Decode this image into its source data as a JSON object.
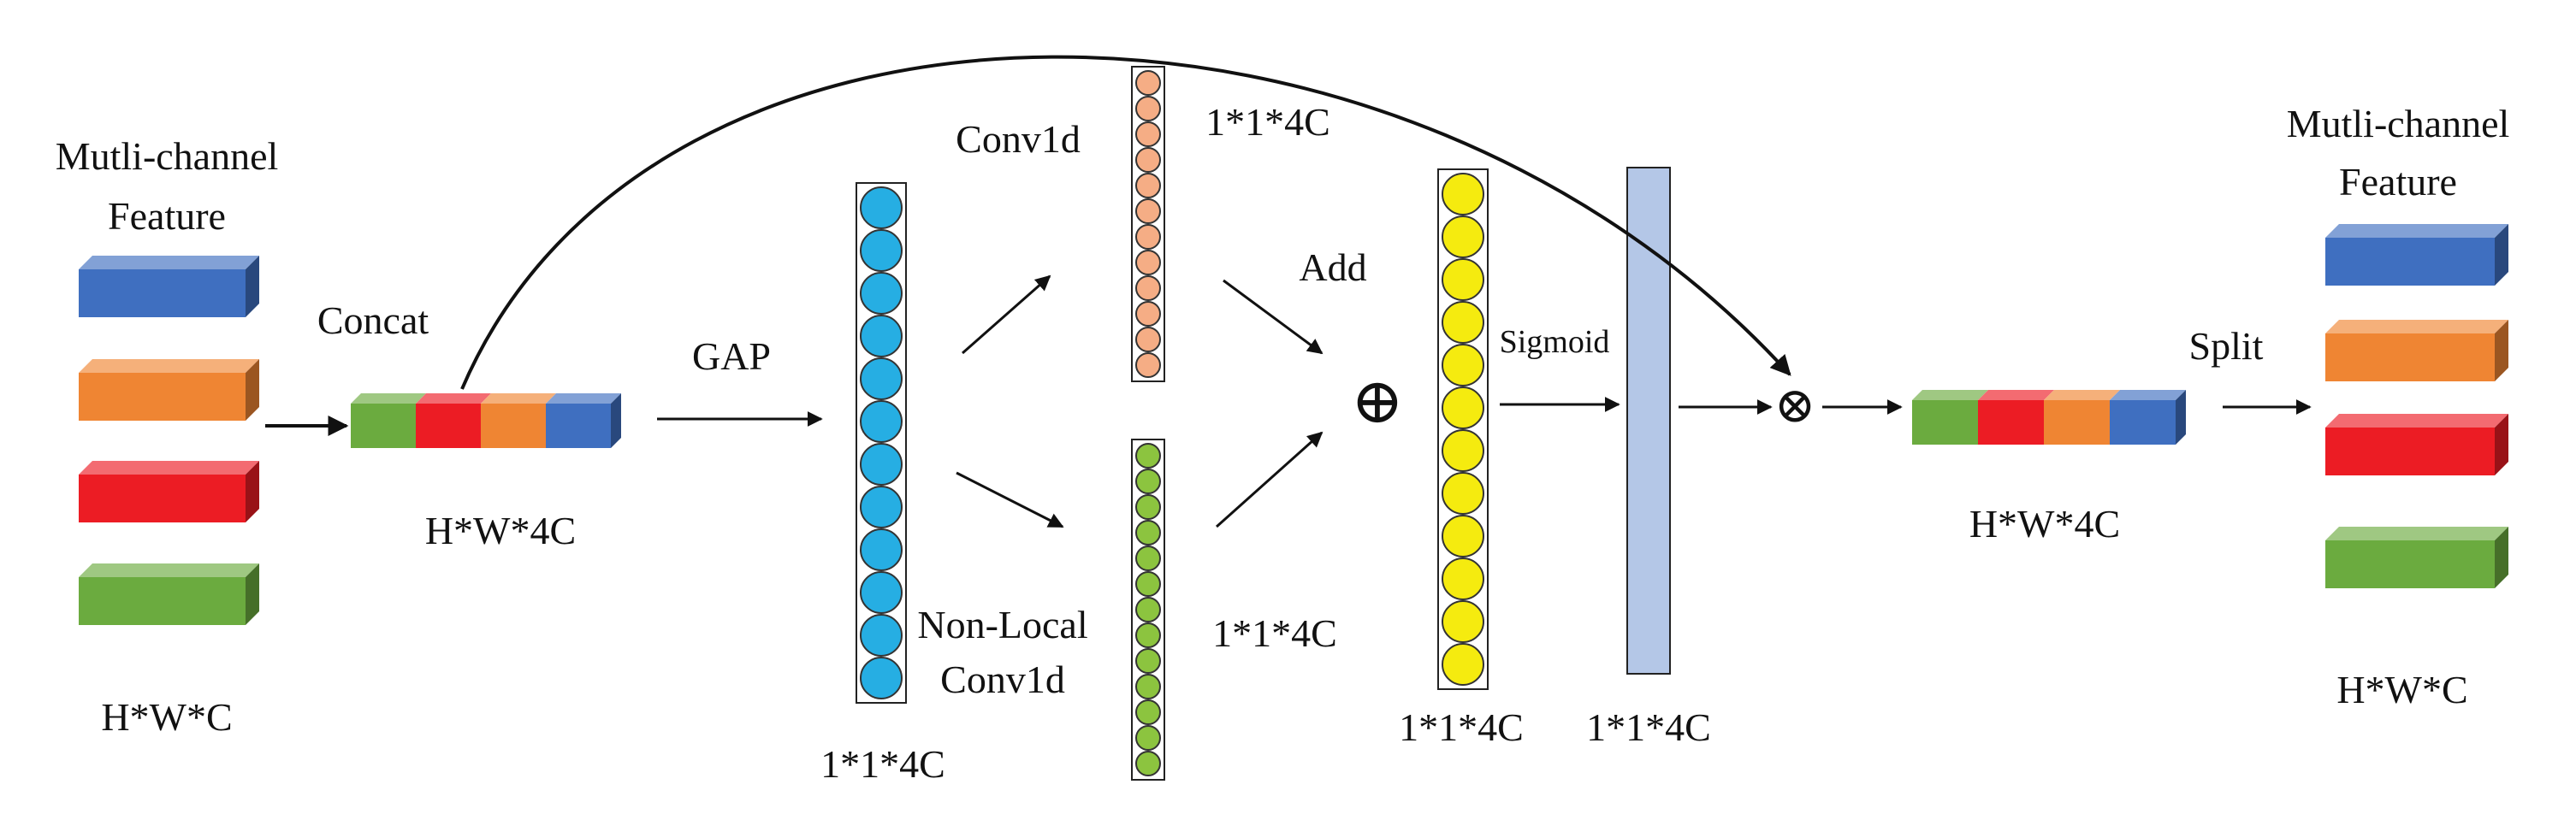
{
  "labels": {
    "input_title_line1": "Mutli-channel",
    "input_title_line2": "Feature",
    "input_dim": "H*W*C",
    "concat": "Concat",
    "concat_dim": "H*W*4C",
    "gap": "GAP",
    "gap_dim": "1*1*4C",
    "conv1d": "Conv1d",
    "conv1d_dim": "1*1*4C",
    "nonlocal_line1": "Non-Local",
    "nonlocal_line2": "Conv1d",
    "nonlocal_dim": "1*1*4C",
    "add": "Add",
    "add_dim": "1*1*4C",
    "sigmoid": "Sigmoid",
    "sigmoid_dim": "1*1*4C",
    "reweight_dim": "H*W*4C",
    "split": "Split",
    "output_title_line1": "Mutli-channel",
    "output_title_line2": "Feature",
    "output_dim": "H*W*C"
  },
  "colors": {
    "blue": "#3f6fc0",
    "orange": "#ef8533",
    "red": "#ec1c24",
    "green": "#6bab3f",
    "gap_circle": "#26aee3",
    "conv1d_circle": "#f5ad85",
    "nonlocal_circle": "#8cc43f",
    "add_circle": "#f5eb0f",
    "sigmoid_bar": "#b4c7e7"
  },
  "input_feature_colors": [
    "blue",
    "orange",
    "red",
    "green"
  ],
  "concat_segment_colors": [
    "green",
    "red",
    "orange",
    "blue"
  ],
  "output_feature_colors": [
    "blue",
    "orange",
    "red",
    "green"
  ],
  "operators": {
    "add_symbol": "⊕",
    "multiply_symbol": "⊗"
  }
}
